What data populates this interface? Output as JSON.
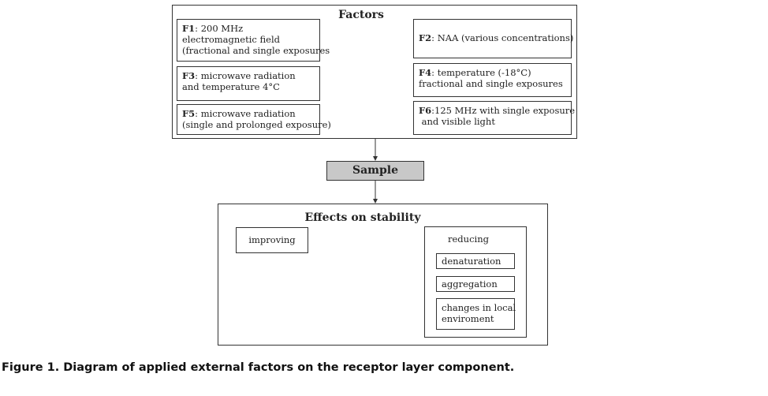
{
  "factors": {
    "title": "Factors",
    "items": [
      {
        "id": "F1",
        "lines": [
          "200 MHz",
          "electromagnetic field",
          "(fractional and single exposures"
        ]
      },
      {
        "id": "F2",
        "lines": [
          "NAA (various concentrations)"
        ]
      },
      {
        "id": "F3",
        "lines": [
          "microwave radiation",
          "and temperature 4°C"
        ]
      },
      {
        "id": "F4",
        "lines": [
          "temperature (-18°C)",
          "fractional and single exposures"
        ]
      },
      {
        "id": "F5",
        "lines": [
          "microwave radiation",
          "(single and prolonged exposure)"
        ]
      },
      {
        "id": "F6",
        "lines": [
          "125 MHz with single   exposure",
          " and visible light"
        ]
      }
    ]
  },
  "sample": {
    "label": "Sample"
  },
  "effects": {
    "title": "Effects on stability",
    "improving": "improving",
    "reducing": {
      "label": "reducing",
      "items": [
        {
          "lines": [
            "denaturation"
          ]
        },
        {
          "lines": [
            "aggregation"
          ]
        },
        {
          "lines": [
            "changes in local",
            "enviroment"
          ]
        }
      ]
    }
  },
  "caption": "Figure 1. Diagram of applied external factors on the receptor layer component.",
  "colors": {
    "sample_fill": "#c8c8c8",
    "border": "#333333"
  }
}
